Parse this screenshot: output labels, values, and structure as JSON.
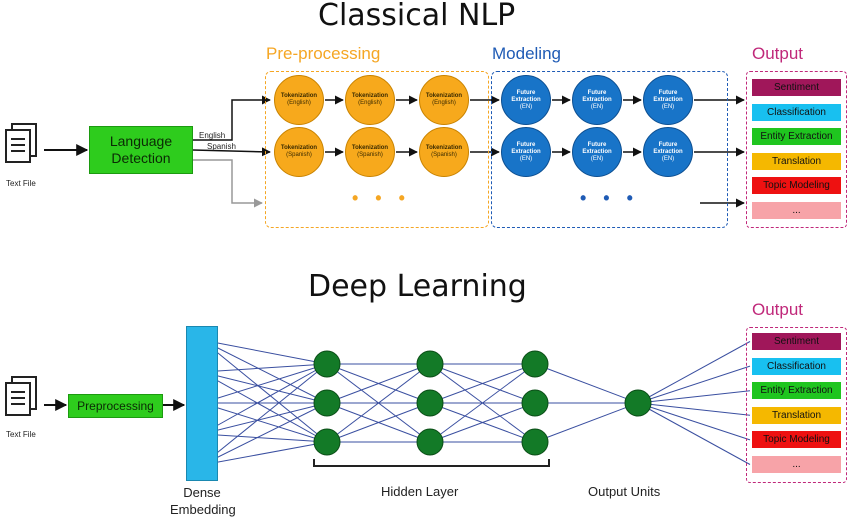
{
  "colors": {
    "preprocessing": "#f5a623",
    "modeling": "#1f5bb5",
    "output": "#c0287a",
    "green": "#2ecc1d",
    "node_orange": "#f7a91c",
    "node_blue": "#1874c8",
    "dense": "#29b6e8",
    "dense_node": "#4b1a8c",
    "hidden_node": "#137a27",
    "edge": "#3a4fa0"
  },
  "top": {
    "title": "Classical NLP",
    "text_file_label": "Text File",
    "language_detection": "Language Detection",
    "lang_english": "English",
    "lang_spanish": "Spanish",
    "preprocessing_title": "Pre-processing",
    "modeling_title": "Modeling",
    "output_title": "Output",
    "tok_english_title": "Tokenization",
    "tok_english_sub": "(English)",
    "tok_spanish_title": "Tokenization",
    "tok_spanish_sub": "(Spanish)",
    "feat_line1": "Future",
    "feat_line2": "Extraction",
    "feat_line3": "(EN)",
    "ellipsis": "• • •"
  },
  "bottom": {
    "title": "Deep Learning",
    "text_file_label": "Text File",
    "preprocessing": "Preprocessing",
    "dense_line1": "Dense",
    "dense_line2": "Embedding",
    "hidden_layer": "Hidden Layer",
    "output_units": "Output Units",
    "output_title": "Output"
  },
  "outputs": [
    {
      "label": "Sentiment",
      "color": "#a0175a"
    },
    {
      "label": "Classification",
      "color": "#18c0f0"
    },
    {
      "label": "Entity Extraction",
      "color": "#1fc51f"
    },
    {
      "label": "Translation",
      "color": "#f5b800"
    },
    {
      "label": "Topic Modeling",
      "color": "#ee1111"
    },
    {
      "label": "...",
      "color": "#f7a3a8"
    }
  ]
}
